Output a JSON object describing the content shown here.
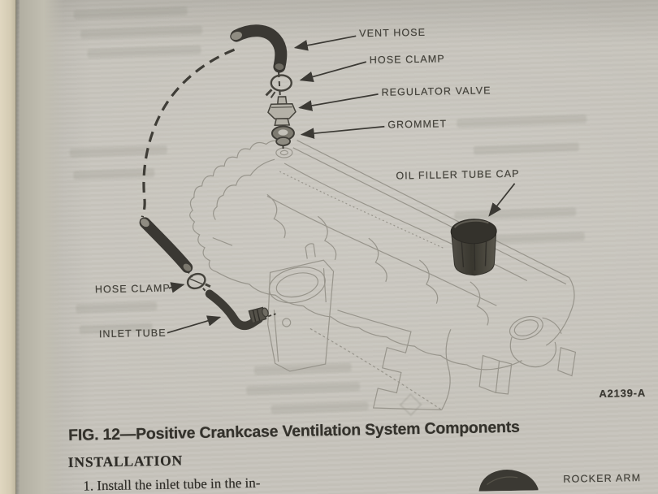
{
  "figure": {
    "callouts": [
      {
        "text": "VENT HOSE"
      },
      {
        "text": "HOSE CLAMP"
      },
      {
        "text": "REGULATOR VALVE"
      },
      {
        "text": "GROMMET"
      },
      {
        "text": "OIL FILLER TUBE CAP"
      },
      {
        "text": "HOSE CLAMP"
      },
      {
        "text": "INLET TUBE"
      }
    ],
    "reference_code": "A2139-A",
    "caption": "FIG. 12—Positive Crankcase Ventilation System Components"
  },
  "text": {
    "section_heading": "INSTALLATION",
    "step_1": "1. Install the inlet tube in the in-",
    "next_figure_label": "ROCKER ARM"
  },
  "colors": {
    "paper": "#c7c4bc",
    "page_edge_cream": "#d8cfb8",
    "line_art": "#96938a",
    "dark_ink": "#3a3833",
    "caption_ink": "#34322c",
    "label_ink": "#45433c"
  }
}
